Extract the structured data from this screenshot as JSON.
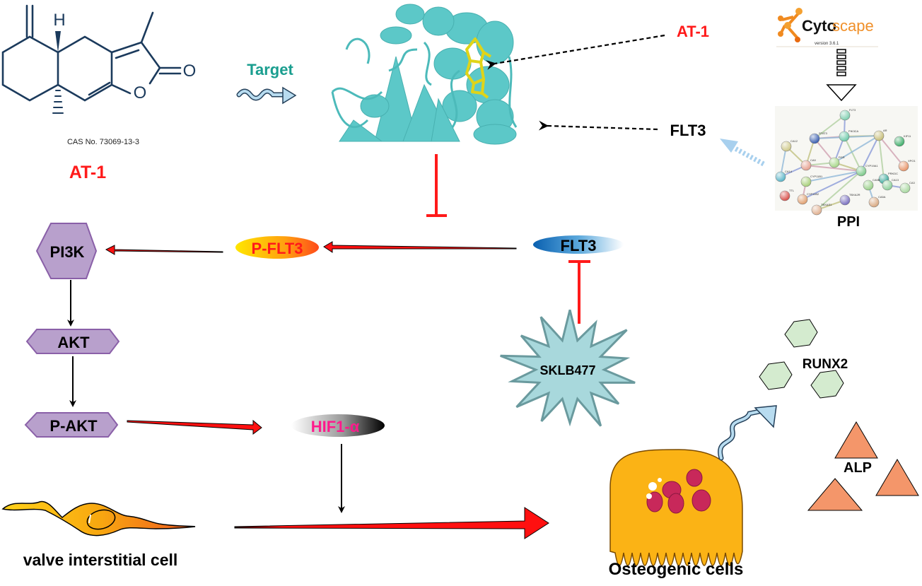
{
  "compound": {
    "name": "AT-1",
    "cas_label": "CAS No. 73069-13-3",
    "atom_H": "H",
    "atom_O_ring": "O",
    "atom_O_carbonyl": "O"
  },
  "target_label": "Target",
  "protein": {
    "ligand_label": "AT-1",
    "protein_label": "FLT3"
  },
  "cytoscape": {
    "name_part1": "Cyto",
    "name_part2": "scape",
    "version": "version 3.6.1"
  },
  "ppi": {
    "title": "PPI",
    "nodes": [
      {
        "id": "FLT3",
        "color": "#7fcfb0"
      },
      {
        "id": "PIK3CA",
        "color": "#6cc9a8"
      },
      {
        "id": "STAT3",
        "color": "#3a5fb0"
      },
      {
        "id": "AR",
        "color": "#c8bf7a"
      },
      {
        "id": "KIF11",
        "color": "#3fae6a"
      },
      {
        "id": "CA12",
        "color": "#cfc98a"
      },
      {
        "id": "CA9",
        "color": "#e6a08f"
      },
      {
        "id": "PGR",
        "color": "#a8d88a"
      },
      {
        "id": "CYP19A1",
        "color": "#7cc98a"
      },
      {
        "id": "PRKDC",
        "color": "#3aa89a"
      },
      {
        "id": "XPO1",
        "color": "#e8956a"
      },
      {
        "id": "CA14",
        "color": "#5ab5c8"
      },
      {
        "id": "TTL",
        "color": "#d8504a"
      },
      {
        "id": "CYP11B1",
        "color": "#a8d07a"
      },
      {
        "id": "CYP11B2",
        "color": "#e0a070"
      },
      {
        "id": "TBXAS1",
        "color": "#e0b090"
      },
      {
        "id": "TBXA2R",
        "color": "#7a70c0"
      },
      {
        "id": "CA5B",
        "color": "#9ad08a"
      },
      {
        "id": "CA5A",
        "color": "#d8a880"
      },
      {
        "id": "CA13",
        "color": "#8ccf9a"
      },
      {
        "id": "CA3",
        "color": "#a8d8a0"
      }
    ]
  },
  "pathway": {
    "flt3": "FLT3",
    "p_flt3": "P-FLT3",
    "pi3k": "PI3K",
    "akt": "AKT",
    "p_akt": "P-AKT",
    "hif1a": "HIF1-α",
    "sklb477": "SKLB477"
  },
  "cells": {
    "vic_label": "valve interstitial cell",
    "osteo_label": "Osteogenic cells"
  },
  "markers": {
    "runx2": "RUNX2",
    "alp": "ALP"
  },
  "colors": {
    "teal_target": "#1a9e8f",
    "red": "#ff1a1a",
    "protein": "#5cc8c8",
    "ligand": "#d8d020",
    "node_purple": "#b8a0cc",
    "hexagon_green": "#d4ebcf",
    "triangle_orange": "#f4966a",
    "hif_pink": "#ff1a8c",
    "structure_navy": "#1b3a5c"
  }
}
